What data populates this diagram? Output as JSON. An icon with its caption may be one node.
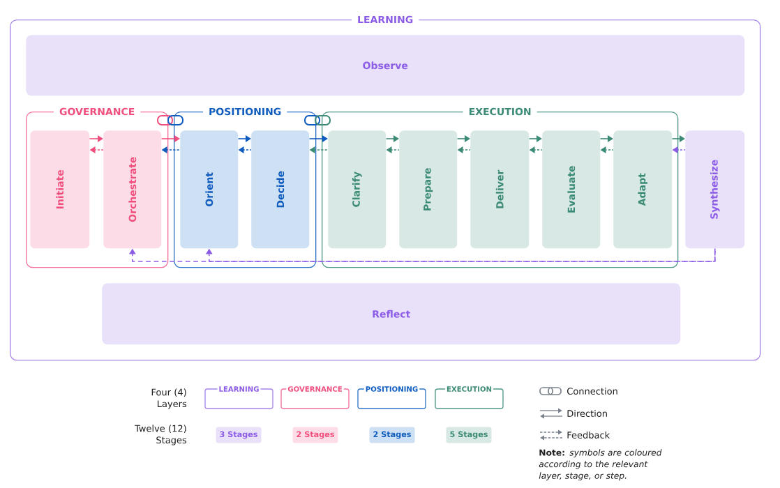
{
  "diagram": {
    "nodes": [
      {
        "text": [
          "LEARNING"
        ]
      },
      {
        "text": [
          "Observe"
        ],
        "in": 0
      },
      {
        "text": [
          "GOVERNANCE"
        ],
        "in": 0
      },
      {
        "text": [
          "Initiate"
        ],
        "in": 2
      },
      {
        "text": [
          "Orchestrate"
        ],
        "in": 2
      },
      {
        "text": [
          "POSITIONING"
        ],
        "in": 0
      },
      {
        "text": [
          "Orient"
        ],
        "in": 5
      },
      {
        "text": [
          "Decide"
        ],
        "in": 5
      },
      {
        "text": [
          "EXECUTION"
        ],
        "in": 0
      },
      {
        "text": [
          "Clarify"
        ],
        "in": 8
      },
      {
        "text": [
          "Prepare"
        ],
        "in": 8
      },
      {
        "text": [
          "Deliver"
        ],
        "in": 8
      },
      {
        "text": [
          "Evaluate"
        ],
        "in": 8
      },
      {
        "text": [
          "Adapt"
        ],
        "in": 8
      },
      {
        "text": [
          "Synthesize"
        ],
        "in": 0
      },
      {
        "text": [
          "Reflect"
        ],
        "in": 0
      }
    ],
    "edges": [
      {
        "from": 3,
        "to": 4,
        "arrow": "to",
        "color": "#f04f7e"
      },
      {
        "from": 4,
        "to": 3,
        "arrow": "to",
        "style": "dashed",
        "color": "#f04f7e"
      },
      {
        "from": 4,
        "to": 6,
        "arrow": "to",
        "color": "#f04f7e"
      },
      {
        "from": 6,
        "to": 4,
        "arrow": "to",
        "style": "dashed",
        "color": "#0f5cbf"
      },
      {
        "from": 6,
        "to": 7,
        "arrow": "to",
        "color": "#0f5cbf"
      },
      {
        "from": 7,
        "to": 6,
        "arrow": "to",
        "style": "dashed",
        "color": "#0f5cbf"
      },
      {
        "from": 7,
        "to": 9,
        "arrow": "to",
        "color": "#0f5cbf"
      },
      {
        "from": 9,
        "to": 7,
        "arrow": "to",
        "style": "dashed"
      },
      {
        "from": 9,
        "to": 10,
        "arrow": "to"
      },
      {
        "from": 10,
        "to": 9,
        "arrow": "to",
        "style": "dashed"
      },
      {
        "from": 10,
        "to": 11,
        "arrow": "to"
      },
      {
        "from": 11,
        "to": 10,
        "arrow": "to",
        "style": "dashed"
      },
      {
        "from": 11,
        "to": 12,
        "arrow": "to"
      },
      {
        "from": 12,
        "to": 11,
        "arrow": "to",
        "style": "dashed"
      },
      {
        "from": 12,
        "to": 13,
        "arrow": "to"
      },
      {
        "from": 13,
        "to": 12,
        "arrow": "to",
        "style": "dashed"
      },
      {
        "from": 13,
        "to": 14,
        "arrow": "to"
      },
      {
        "from": 14,
        "to": 13,
        "arrow": "to",
        "style": "dashed",
        "color": "#8c5ce6"
      },
      {
        "from": 14,
        "to": 4,
        "arrow": "to",
        "style": "dashed",
        "color": "#8c5ce6"
      },
      {
        "from": 14,
        "to": 6,
        "arrow": "to",
        "style": "dashed",
        "color": "#8c5ce6"
      }
    ],
    "labels": [
      "Four (4) Layers",
      "Twelve (12) Stages",
      "**Note:** *symbols are coloured according to the relevant layer, stage, or step.*"
    ],
    "legend": [
      {
        "text": "LEARNING"
      },
      {
        "text": "GOVERNANCE"
      },
      {
        "text": "POSITIONING"
      },
      {
        "text": "EXECUTION"
      },
      {
        "text": "3 Stages",
        "color": "#e8e1f9"
      },
      {
        "text": "2 Stages",
        "color": "#fcdde7"
      },
      {
        "text": "2 Stages",
        "color": "#cee0f4"
      },
      {
        "text": "5 Stages",
        "color": "#d8e8e4"
      },
      {
        "text": "Connection"
      },
      {
        "text": "Direction"
      },
      {
        "text": "Feedback"
      }
    ]
  }
}
